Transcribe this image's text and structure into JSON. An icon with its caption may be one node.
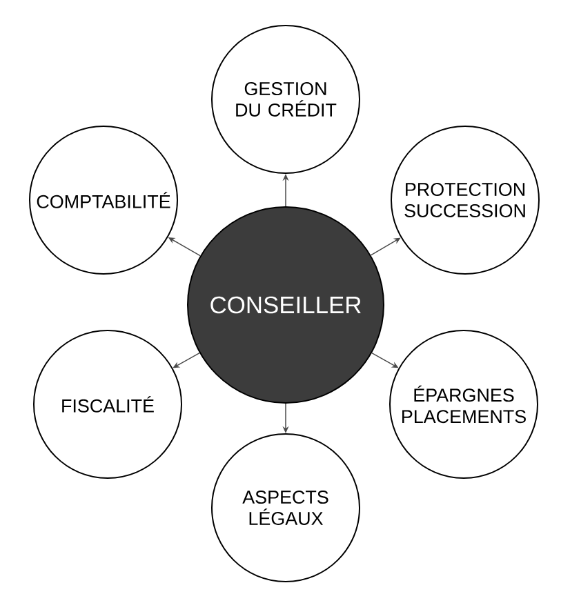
{
  "diagram": {
    "nodes": [
      {
        "text": [
          "GESTION DU CRÉDIT"
        ]
      },
      {
        "text": [
          "COMPTABILITÉ"
        ]
      },
      {
        "text": [
          "PROTECTION SUCCESSION"
        ]
      },
      {
        "text": [
          "CONSEILLER"
        ]
      },
      {
        "text": [
          "FISCALITÉ"
        ]
      },
      {
        "text": [
          "ÉPARGNES PLACEMENTS"
        ]
      },
      {
        "text": [
          "ASPECTS LÉGAUX"
        ]
      }
    ],
    "edges": [
      {
        "from": 3,
        "to": 0,
        "arrow": "to"
      },
      {
        "from": 3,
        "to": 1,
        "arrow": "to"
      },
      {
        "from": 3,
        "to": 2,
        "arrow": "to"
      },
      {
        "from": 3,
        "to": 4,
        "arrow": "to"
      },
      {
        "from": 3,
        "to": 5,
        "arrow": "to"
      },
      {
        "from": 3,
        "to": 6,
        "arrow": "to"
      }
    ]
  }
}
